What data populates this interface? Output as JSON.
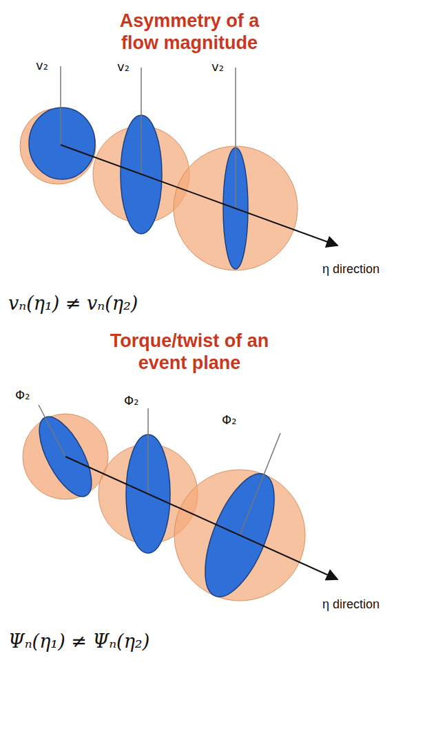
{
  "diagram": {
    "labels": [
      "Asymmetry of a flow magnitude",
      "v₂",
      "v₂",
      "v₂",
      "η direction",
      "vₙ(η₁) ≠ vₙ(η₂)",
      "Torque/twist of an event plane",
      "Φ₂",
      "Φ₂",
      "Φ₂",
      "η direction",
      "Ψₙ(η₁) ≠ Ψₙ(η₂)"
    ]
  }
}
